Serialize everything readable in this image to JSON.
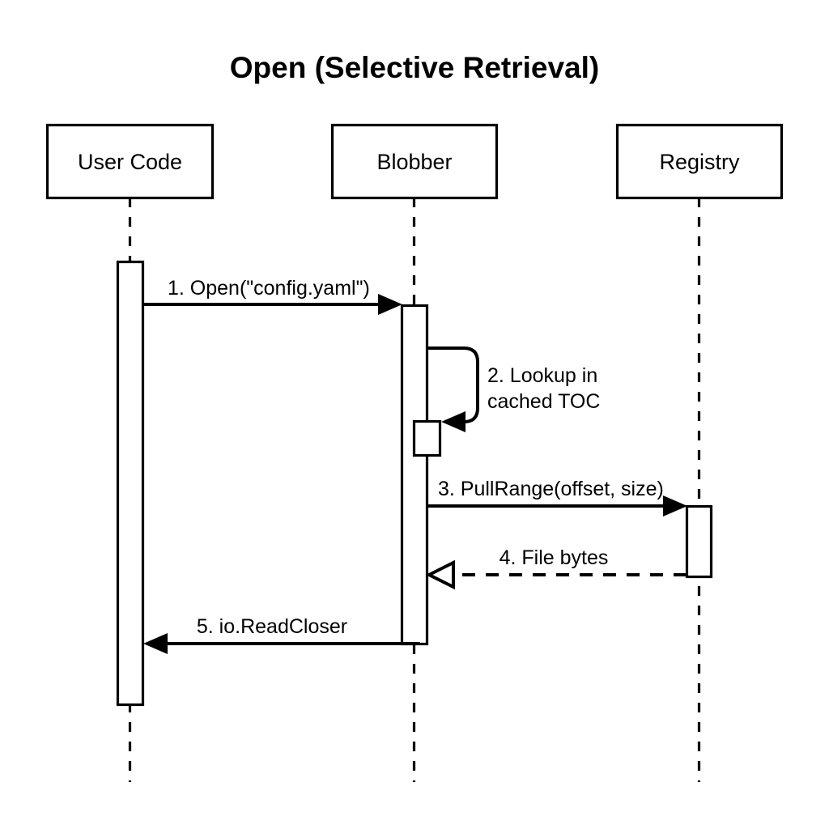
{
  "diagram": {
    "type": "sequence-diagram",
    "title": "Open (Selective Retrieval)",
    "background_color": "#ffffff",
    "line_color": "#000000",
    "participants": [
      {
        "id": "user-code",
        "label": "User Code"
      },
      {
        "id": "blobber",
        "label": "Blobber"
      },
      {
        "id": "registry",
        "label": "Registry"
      }
    ],
    "messages": [
      {
        "number": "1",
        "label": "1. Open(\"config.yaml\")",
        "from": "User Code",
        "to": "Blobber",
        "style": "solid",
        "arrowhead": "filled",
        "direction": "right"
      },
      {
        "number": "2",
        "label_line1": "2. Lookup in",
        "label_line2": "cached TOC",
        "label": "2. Lookup in cached TOC",
        "from": "Blobber",
        "to": "Blobber",
        "style": "solid",
        "arrowhead": "filled",
        "direction": "self"
      },
      {
        "number": "3",
        "label": "3. PullRange(offset, size)",
        "from": "Blobber",
        "to": "Registry",
        "style": "solid",
        "arrowhead": "filled",
        "direction": "right"
      },
      {
        "number": "4",
        "label": "4. File bytes",
        "from": "Registry",
        "to": "Blobber",
        "style": "dashed",
        "arrowhead": "open",
        "direction": "left"
      },
      {
        "number": "5",
        "label": "5. io.ReadCloser",
        "from": "Blobber",
        "to": "User Code",
        "style": "solid",
        "arrowhead": "filled",
        "direction": "left"
      }
    ]
  }
}
